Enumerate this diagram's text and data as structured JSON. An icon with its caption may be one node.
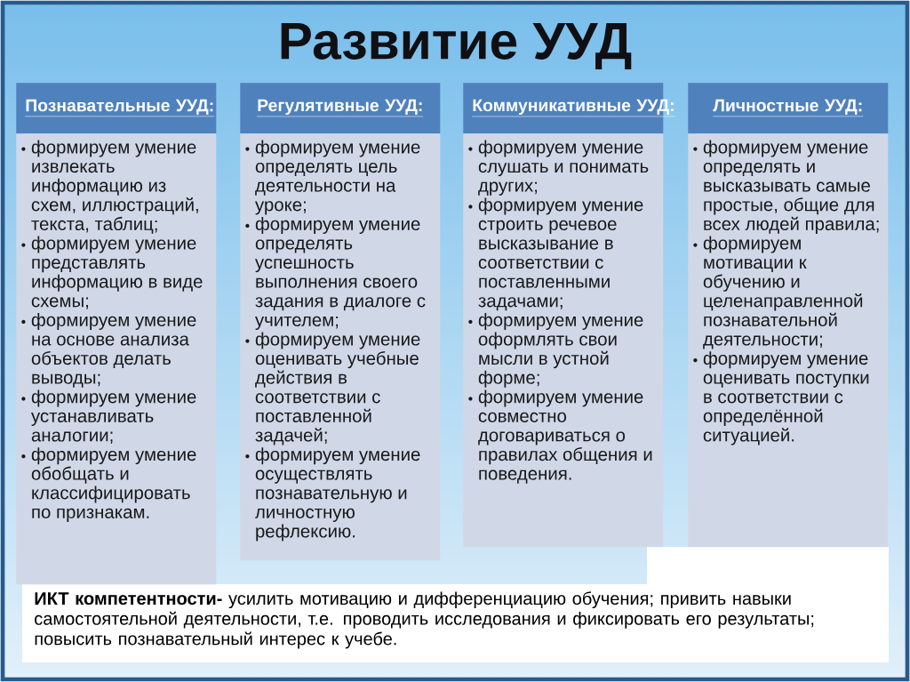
{
  "diagram": {
    "title": "Развитие УУД",
    "nodes": [
      {
        "text": [
          "Познавательные УУД:"
        ]
      },
      {
        "text": [
          "формируем умение извлекать информацию из схем, иллюстраций, текста, таблиц;",
          "формируем умение представлять информацию в виде схемы;",
          "формируем умение на основе анализа объектов делать выводы;",
          "формируем умение устанавливать аналогии;",
          "формируем умение обобщать и классифицировать по признакам."
        ]
      },
      {
        "text": [
          "Регулятивные УУД:"
        ]
      },
      {
        "text": [
          "формируем умение определять цель деятельности на уроке;",
          "формируем умение определять успешность выполнения своего задания в диалоге с учителем;",
          "формируем умение оценивать учебные действия в соответствии с поставленной задачей;",
          "формируем умение осуществлять познавательную и личностную рефлексию."
        ]
      },
      {
        "text": [
          "Коммуникативные УУД:"
        ]
      },
      {
        "text": [
          "формируем умение слушать и понимать других;",
          "формируем умение строить речевое высказывание в соответствии с поставленными задачами;",
          "формируем умение оформлять свои мысли в устной форме;",
          "формируем умение совместно договариваться о правилах общения и поведения."
        ]
      },
      {
        "text": [
          "Личностные УУД:"
        ]
      },
      {
        "text": [
          "формируем умение определять и высказывать самые простые, общие для всех людей правила;",
          "формируем мотивации к обучению и целенаправленной познавательной деятельности;",
          "формируем умение оценивать поступки в соответствии с определённой ситуацией."
        ]
      }
    ],
    "labels": [
      "**ИКТ компетентности-** усилить мотивацию и дифференциацию обучения; привить навыки самостоятельной деятельности, т.е. проводить исследования и фиксировать его результаты; повысить познавательный интерес к учебе."
    ]
  }
}
